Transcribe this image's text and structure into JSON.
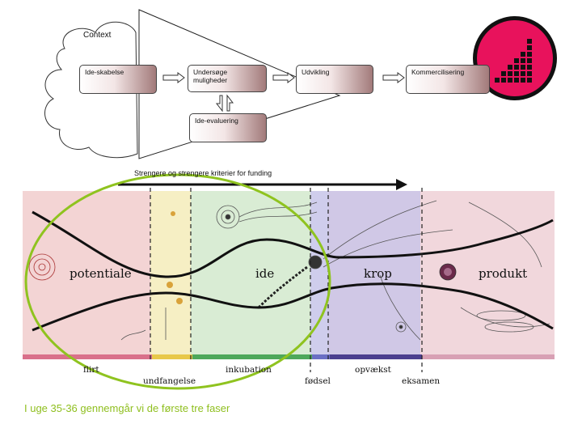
{
  "funnel": {
    "context_label": "Context",
    "boxes": {
      "ide_skabelse": "Ide-skabelse",
      "undersoege": "Undersøge muligheder",
      "udvikling": "Udvikling",
      "kommercialisering": "Kommercilisering",
      "ide_evaluering": "Ide-evaluering"
    }
  },
  "arrow_label": "Strengere og strengere kriterier for funding",
  "phases": {
    "potentiale": "potentiale",
    "ide": "ide",
    "krop": "krop",
    "produkt": "produkt"
  },
  "stages": {
    "flirt": "flirt",
    "undfangelse": "undfangelse",
    "inkubation": "inkubation",
    "foedsel": "fødsel",
    "opvaekst": "opvækst",
    "eksamen": "eksamen"
  },
  "footer": "I uge 35-36 gennemgår vi de første tre faser",
  "colors": {
    "logo_magenta": "#e8125c",
    "highlight_green": "#8fc31f",
    "box_gradient_end": "#a27a7a",
    "band_pink": "#f3d4d4",
    "band_yellow": "#f6efc4",
    "band_green": "#d9ecd4",
    "band_blue": "#cfcdec",
    "band_purple": "#d0c8e6",
    "band_rose": "#f1d7dc"
  }
}
